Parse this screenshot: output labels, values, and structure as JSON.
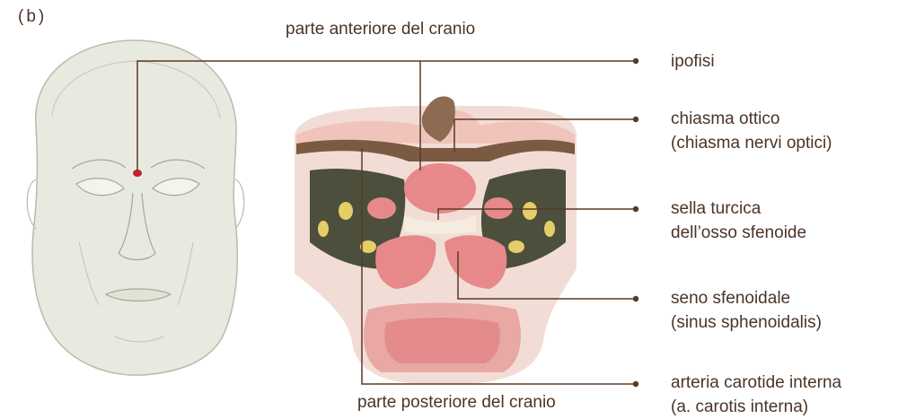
{
  "panel_label": "(b)",
  "top_caption": "parte anteriore del cranio",
  "bottom_caption": "parte posteriore del cranio",
  "labels": [
    {
      "line1": "ipofisi",
      "line2": ""
    },
    {
      "line1": "chiasma ottico",
      "line2": "(chiasma nervi optici)"
    },
    {
      "line1": "sella turcica",
      "line2": "dell’osso sfenoide"
    },
    {
      "line1": "seno sfenoidale",
      "line2": "(sinus sphenoidalis)"
    },
    {
      "line1": "arteria carotide interna",
      "line2": "(a. carotis interna)"
    }
  ],
  "colors": {
    "leader_line": "#5a3a22",
    "skin": "#e9eadf",
    "outline": "#b9bbae",
    "marker": "#c3202c",
    "tissue_pink": "#f2c9c2",
    "tissue_red": "#e7898b",
    "bone_brown": "#7a5b41",
    "nerve_yellow": "#e5cd68",
    "dark_green": "#4b4f3b"
  }
}
